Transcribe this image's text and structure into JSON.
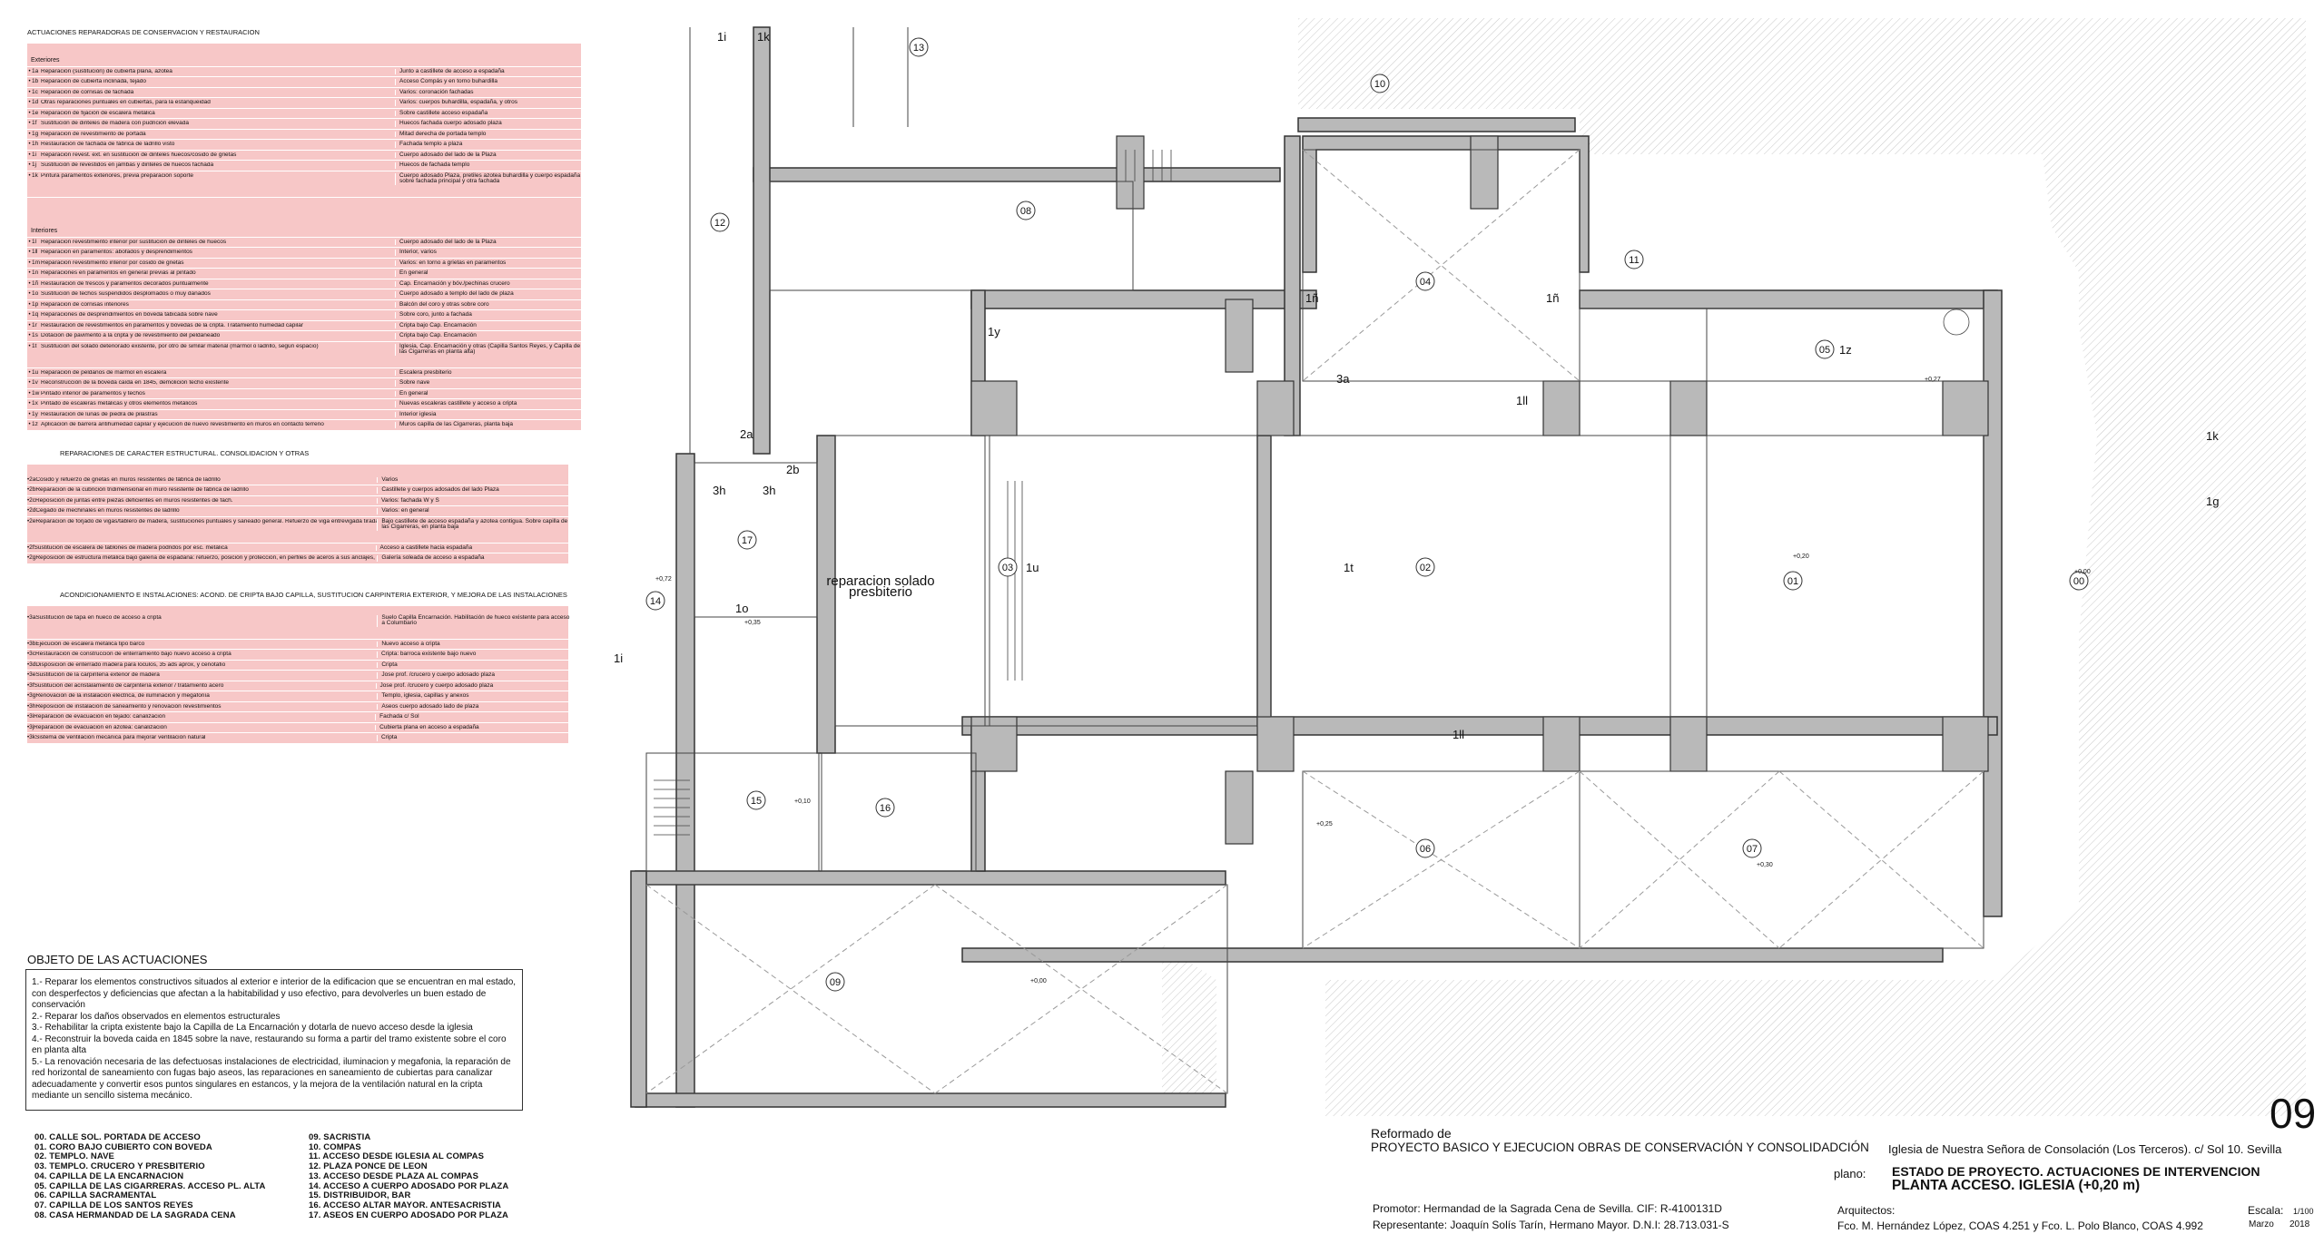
{
  "table1": {
    "header": "ACTUACIONES REPARADORAS DE CONSERVACION Y RESTAURACION",
    "group_ext": "Exteriores",
    "rows_ext": [
      [
        "1a",
        "Reparación (sustitución) de cubierta plana, azotea",
        "Junto a castillete de acceso a espadaña"
      ],
      [
        "1b",
        "Reparación de cubierta inclinada, tejado",
        "Acceso Compás y en torno buhardilla"
      ],
      [
        "1c",
        "Reparación de cornisas de fachada",
        "Varios: coronación fachadas"
      ],
      [
        "1d",
        "Otras reparaciones puntuales en cubiertas, para la estanqueidad",
        "Varios: cuerpos buhardilla, espadaña, y otros"
      ],
      [
        "1e",
        "Reparación de fijación de escalera metálica",
        "Sobre castillete acceso espadaña"
      ],
      [
        "1f",
        "Sustitución de dinteles de madera con pudrición elevada",
        "Huecos fachada cuerpo adosado plaza"
      ],
      [
        "1g",
        "Reparacion de revestimiento de portada",
        "Mitad derecha de portada templo"
      ],
      [
        "1h",
        "Restauración de fachada de fábrica de ladrillo visto",
        "Fachada templo a plaza"
      ],
      [
        "1i",
        "Reparación revest. ext. en sustitución de dinteles huecos/cosido de grietas",
        "Cuerpo adosado del lado de la Plaza"
      ],
      [
        "1j",
        "Sustitución de revestidos en jambas y dinteles de huecos fachada",
        "Huecos de fachada templo"
      ],
      [
        "1k",
        "Pintura paramentos exteriores, previa preparación soporte",
        "Cuerpo adosado Plaza, pretiles azotea buhardilla y cuerpo espadaña sobre fachada principal y otra fachada"
      ]
    ],
    "group_int": "Interiores",
    "rows_int": [
      [
        "1l",
        "Reparacion revestimiento interior por sustitución de dinteles de huecos",
        "Cuerpo adosado del lado de la Plaza"
      ],
      [
        "1ll",
        "Reparacion en paramentos: abofados y desprendimientos",
        "Interior, varios"
      ],
      [
        "1m",
        "Reparacion revestimiento interior por cosido de grietas",
        "Varios: en torno a grietas en paramentos"
      ],
      [
        "1n",
        "Reparaciones en paramentos en general previas al pintado",
        "En general"
      ],
      [
        "1ñ",
        "Restauración de frescos y paramentos decorados puntualmente",
        "Cap. Encarnación y bóv./pechinas crucero"
      ],
      [
        "1o",
        "Sustitución de techos suspendidos desplomados o muy dañados",
        "Cuerpo adosado a templo del lado de plaza"
      ],
      [
        "1p",
        "Reparacion de cornisas interiores",
        "Balcón del coro y otras sobre coro"
      ],
      [
        "1q",
        "Reparaciones de desprendimientos en bóveda tabicada sobre nave",
        "Sobre coro, junto a fachada"
      ],
      [
        "1r",
        "Restauración de revestimientos en paramentos y bóvedas de la cripta. Tratamiento humedad capilar",
        "Cripta bajo Cap. Encarnación"
      ],
      [
        "1s",
        "Dotación de pavimento a la cripta y de revestimiento del peldañeado",
        "Cripta bajo Cap. Encarnación"
      ],
      [
        "1t",
        "Sustitución del solado deteriorado existente, por otro de similar material (mármol o ladrillo, según espacio)",
        "Iglesia, Cap. Encarnación y otras (Capilla Santos Reyes, y Capilla de las Cigarreras en planta alta)"
      ],
      [
        "1u",
        "Reparación de peldaños de mármol en escalera",
        "Escalera presbiterio"
      ],
      [
        "1v",
        "Reconstrucción de la bóveda caída en 1845, demolición techo existente",
        "Sobre nave"
      ],
      [
        "1w",
        "Pintado interior de paramentos y techos",
        "En general"
      ],
      [
        "1x",
        "Pintado de escaleras metálicas y otros elementos metálicos",
        "Nuevas escaleras castillete y acceso a cripta"
      ],
      [
        "1y",
        "Restauración de lunas de piedra de pilastras",
        "Interior iglesia"
      ],
      [
        "1z",
        "Aplicación de barrera antihumedad capilar y ejecución de nuevo revestimiento en muros en contacto terreno",
        "Muros capilla de las Cigarreras, planta baja"
      ]
    ]
  },
  "table2": {
    "header": "REPARACIONES DE CARACTER ESTRUCTURAL. CONSOLIDACION Y OTRAS",
    "rows": [
      [
        "2a",
        "Cosido y refuerzo de grietas en muros resistentes de fábrica de ladrillo",
        "Varios"
      ],
      [
        "2b",
        "Reparación de la cubrición tridimensional en muro resistente de fábrica de ladrillo",
        "Castillete y cuerpos adosados del lado Plaza"
      ],
      [
        "2c",
        "Reposición de juntas entre piezas deficientes en muros resistentes de fach.",
        "Varios: fachada W y S"
      ],
      [
        "2d",
        "Cegado de mechinales en muros resistentes de ladrillo",
        "Varios: en general"
      ],
      [
        "2e",
        "Reparacion de forjado de vigas/tablero de madera, sustituciones puntuales y saneado general. Refuerzo de viga entrevigada tirada/cuidamiento ejecutado por crucificado apoyo",
        "Bajo castillete de acceso espadaña y azotea contigua. Sobre capilla de las Cigarreras, en planta baja"
      ],
      [
        "2f",
        "Sustitución de escalera de tablones de madera podridos por esc. metálica",
        "Acceso a castillete hacia espadaña"
      ],
      [
        "2g",
        "Reposición de estructura metálica bajo galería de espadaña: refuerzo, posición y protección, en perfiles de aceros a sus anclajes, y saneado de su tablero cerámico",
        "Galería soleada de acceso a espadaña"
      ]
    ]
  },
  "table3": {
    "header": "ACONDICIONAMIENTO E INSTALACIONES: ACOND. DE CRIPTA BAJO CAPILLA, SUSTITUCION CARPINTERIA EXTERIOR, Y MEJORA DE LAS INSTALACIONES",
    "rows": [
      [
        "3a",
        "Sustitución de tapa en hueco de acceso a cripta",
        "Suelo Capilla Encarnación. Habilitación de hueco existente para acceso a Columbario"
      ],
      [
        "3b",
        "Ejecución de escalera metálica tipo barco",
        "Nuevo acceso a cripta"
      ],
      [
        "3c",
        "Restauración de construcción de enterramiento bajo nuevo acceso a cripta",
        "Cripta: barroca existente bajo nuevo"
      ],
      [
        "3d",
        "Disposición de enterrado madera para loculos, 35 ads aprox, y cenotafio",
        "Cripta"
      ],
      [
        "3e",
        "Sustitución de la carpintería exterior de madera",
        "Jose prof. /crucero y cuerpo adosado plaza"
      ],
      [
        "3f",
        "Sustitución del acristalamiento de carpintería exterior / tratamiento acero",
        "Jose prof. /crucero y cuerpo adosado plaza"
      ],
      [
        "3g",
        "Renovación de la instalación eléctrica, de iluminación y megafonía",
        "Templo, iglesia, capillas y anexos"
      ],
      [
        "3h",
        "Reposición de instalación de saneamiento y renovación revestimientos",
        "Aseos cuerpo adosado lado de plaza"
      ],
      [
        "3i",
        "Reparación de evacuación en tejado: canalización",
        "Fachada c/ Sol"
      ],
      [
        "3j",
        "Reparación de evacuación en azotea: canalización",
        "Cubierta plana en acceso a espadaña"
      ],
      [
        "3k",
        "Sistema de ventilación mecánica para mejorar ventilación natural",
        "Cripta"
      ]
    ]
  },
  "objeto": {
    "title": "OBJETO DE LAS ACTUACIONES",
    "items": [
      "1.- Reparar los elementos constructivos situados al exterior e interior de la edificacion que se encuentran en mal estado, con desperfectos y deficiencias que afectan a la habitabilidad y uso efectivo, para devolverles un buen estado de conservación",
      "2.- Reparar los daños observados en elementos estructurales",
      "3.- Rehabilitar la cripta existente bajo la Capilla de La Encarnación y dotarla de nuevo acceso desde la iglesia",
      "4.- Reconstruir la boveda caida en 1845 sobre la nave, restaurando su forma a partir del tramo existente sobre el coro en planta alta",
      "5.- La renovación necesaria de las defectuosas instalaciones de electricidad, iluminacion y megafonia, la reparación de red horizontal de saneamiento con fugas bajo aseos, las reparaciones en saneamiento de cubiertas para canalizar adecuadamente y convertir esos puntos singulares en estancos, y la mejora de la ventilación natural en la cripta mediante un sencillo sistema mecánico."
    ]
  },
  "legend_left": [
    "00. CALLE SOL. PORTADA DE ACCESO",
    "01. CORO BAJO CUBIERTO CON BOVEDA",
    "02. TEMPLO. NAVE",
    "03. TEMPLO. CRUCERO Y PRESBITERIO",
    "04. CAPILLA DE LA ENCARNACION",
    "05. CAPILLA DE LAS CIGARRERAS. ACCESO PL. ALTA",
    "06. CAPILLA SACRAMENTAL",
    "07. CAPILLA DE LOS SANTOS REYES",
    "08. CASA HERMANDAD DE LA SAGRADA CENA"
  ],
  "legend_right": [
    "09. SACRISTIA",
    "10. COMPAS",
    "11. ACCESO DESDE IGLESIA AL COMPAS",
    "12. PLAZA PONCE DE LEON",
    "13. ACCESO DESDE PLAZA AL COMPAS",
    "14. ACCESO A CUERPO ADOSADO POR PLAZA",
    "15. DISTRIBUIDOR, BAR",
    "16. ACCESO ALTAR MAYOR. ANTESACRISTIA",
    "17. ASEOS EN CUERPO ADOSADO POR PLAZA"
  ],
  "titleblock": {
    "sheet": "09",
    "reformado": "Reformado de",
    "project": "PROYECTO BASICO Y EJECUCION OBRAS DE CONSERVACIÓN Y CONSOLIDADCIÓN",
    "location": "Iglesia de Nuestra Señora de Consolación (Los Terceros).  c/ Sol 10. Sevilla",
    "plano_label": "plano:",
    "plano_1": "ESTADO DE PROYECTO.   ACTUACIONES DE INTERVENCION",
    "plano_2": "PLANTA ACCESO.  IGLESIA  (+0,20 m)",
    "promotor": "Promotor: Hermandad de la Sagrada Cena de Sevilla. CIF: R-4100131D",
    "representante": "Representante: Joaquín Solís Tarín, Hermano Mayor. D.N.I: 28.713.031-S",
    "arquitectos_label": "Arquitectos:",
    "arquitectos": "Fco. M. Hernández López, COAS 4.251 y Fco. L. Polo Blanco, COAS 4.992",
    "escala_label": "Escala:",
    "escala": "1/100",
    "fecha_mes": "Marzo",
    "fecha_anio": "2018"
  },
  "plan": {
    "room_numbers": [
      "00",
      "01",
      "02",
      "03",
      "04",
      "05",
      "06",
      "07",
      "08",
      "09",
      "10",
      "11",
      "12",
      "13",
      "14",
      "15",
      "16",
      "17"
    ],
    "labels": [
      "1i",
      "1k",
      "1k",
      "1g",
      "1i",
      "2a",
      "2b",
      "3h",
      "3h",
      "1o",
      "3a",
      "1ñ",
      "1ñ",
      "1ll",
      "1ll",
      "1z",
      "1u",
      "1y",
      "1t",
      "reparacion solado",
      "presbiterio"
    ],
    "levels": [
      "+0,00",
      "+0,20",
      "+0,25",
      "+0,27",
      "+0,30",
      "+0,35",
      "+0,72",
      "+0,10",
      "+0,00"
    ]
  }
}
